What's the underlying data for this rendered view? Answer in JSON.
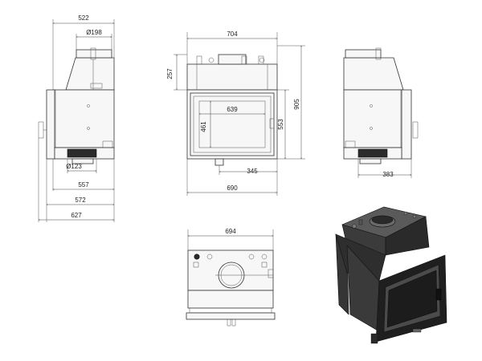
{
  "dimensions": {
    "side_width": "522",
    "flue_diameter": "Ø198",
    "air_inlet_diameter": "Ø123",
    "depth_1": "557",
    "depth_2": "572",
    "depth_3": "627",
    "front_width_top": "704",
    "front_top_height": "257",
    "door_width": "639",
    "door_height": "461",
    "body_height": "553",
    "total_height": "905",
    "front_offset": "345",
    "front_width_bottom": "690",
    "rear_offset": "383",
    "top_width": "694"
  },
  "colors": {
    "line": "#333333",
    "body_dark": "#2b2b2b",
    "body_mid": "#4a4a4a",
    "glass": "#1c1c1c"
  },
  "icons": {
    "side_view": "side-view-drawing",
    "front_view": "front-view-drawing",
    "side_view_right": "side-view-right-drawing",
    "top_view": "top-view-drawing",
    "render": "fireplace-3d-render"
  }
}
